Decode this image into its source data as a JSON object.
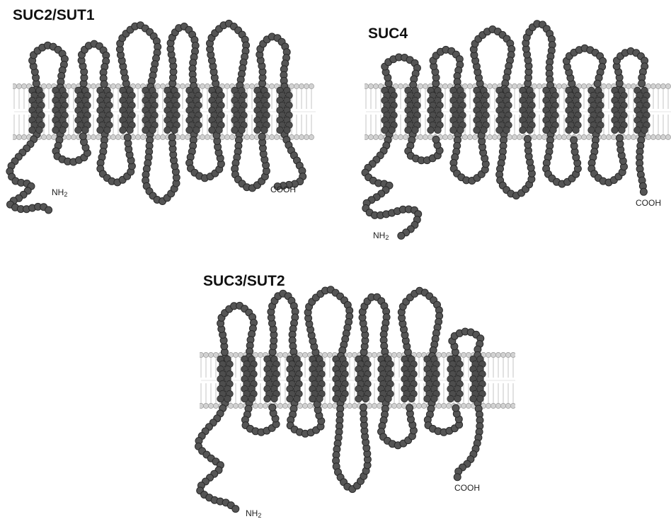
{
  "colors": {
    "residue": "#555555",
    "residue_stroke": "#2a2a2a",
    "helix": "#4d4d4d",
    "lipid_head": "#d2d2d2",
    "lipid_tail": "#c4c4c4",
    "text": "#111111"
  },
  "panels": [
    {
      "title": "SUC2/SUT1",
      "n_terminus": {
        "label": "NH",
        "sub": "2"
      },
      "c_terminus": {
        "label": "COOH"
      },
      "transmembrane_helices": 12
    },
    {
      "title": "SUC4",
      "n_terminus": {
        "label": "NH",
        "sub": "2"
      },
      "c_terminus": {
        "label": "COOH"
      },
      "transmembrane_helices": 12
    },
    {
      "title": "SUC3/SUT2",
      "n_terminus": {
        "label": "NH",
        "sub": "2"
      },
      "c_terminus": {
        "label": "COOH"
      },
      "transmembrane_helices": 12
    }
  ]
}
